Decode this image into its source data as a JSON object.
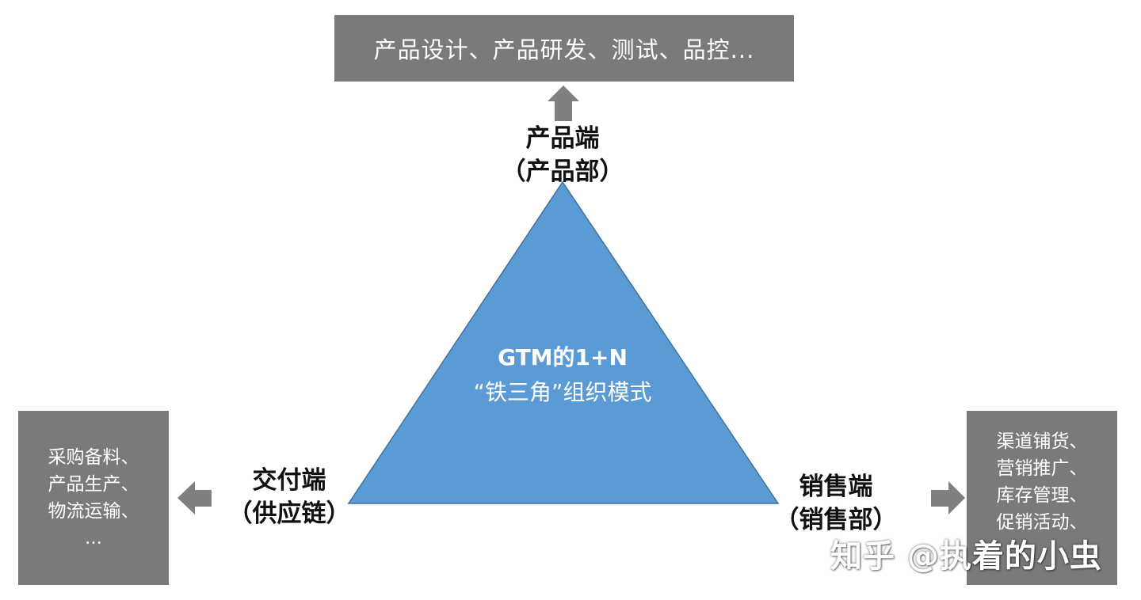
{
  "top_box": {
    "text": "产品设计、产品研发、测试、品控..."
  },
  "left_box": {
    "lines": [
      "采购备料、",
      "产品生产、",
      "物流运输、",
      "..."
    ]
  },
  "right_box": {
    "lines": [
      "渠道铺货、",
      "营销推广、",
      "库存管理、",
      "促销活动、"
    ]
  },
  "nodes": {
    "top": {
      "title": "产品端",
      "sub": "（产品部）"
    },
    "left": {
      "title": "交付端",
      "sub": "（供应链）"
    },
    "right": {
      "title": "销售端",
      "sub": "（销售部）"
    }
  },
  "triangle": {
    "line1": "GTM的1+N",
    "line2": "“铁三角”组织模式",
    "fill_color": "#5b9bd5",
    "stroke_color": "#41719c"
  },
  "box_color": "#7a7a7a",
  "arrow_color": "#7f7f7f",
  "watermark": "知乎 @执着的小虫"
}
